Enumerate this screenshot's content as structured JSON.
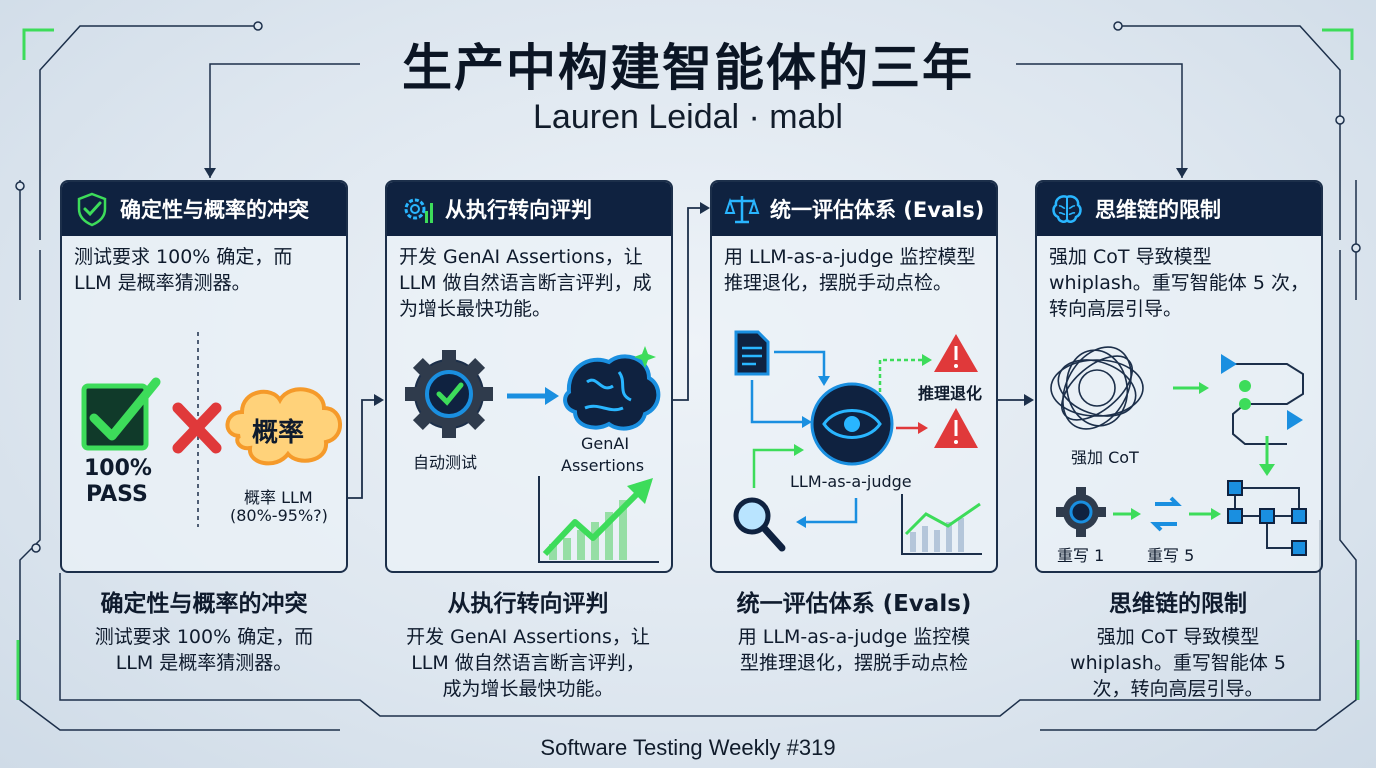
{
  "header": {
    "title": "生产中构建智能体的三年",
    "subtitle": "Lauren Leidal · mabl"
  },
  "footer": {
    "text": "Software Testing Weekly #319"
  },
  "panels": [
    {
      "title": "确定性与概率的冲突",
      "body": "测试要求 100% 确定，而 LLM 是概率猜测器。",
      "labels": {
        "pass1": "100%",
        "pass2": "PASS",
        "prob": "概率",
        "llm1": "概率 LLM",
        "llm2": "(80%-95%?)"
      },
      "icon": "shield-check-icon"
    },
    {
      "title": "从执行转向评判",
      "body": "开发 GenAI Assertions，让 LLM 做自然语言断言评判，成为增长最快功能。",
      "labels": {
        "auto": "自动测试",
        "genai1": "GenAI",
        "genai2": "Assertions"
      },
      "icon": "gear-chart-icon"
    },
    {
      "title": "统一评估体系 (Evals)",
      "body": "用 LLM-as-a-judge 监控模型推理退化，摆脱手动点检。",
      "labels": {
        "degrade": "推理退化",
        "judge": "LLM-as-a-judge"
      },
      "icon": "scale-icon"
    },
    {
      "title": "思维链的限制",
      "body": "强加 CoT 导致模型 whiplash。重写智能体 5 次，转向高层引导。",
      "labels": {
        "cot": "强加 CoT",
        "r1": "重写 1",
        "r5": "重写 5"
      },
      "icon": "brain-icon"
    }
  ],
  "captions": [
    {
      "title": "确定性与概率的冲突",
      "l1": "测试要求 100% 确定，而",
      "l2": "LLM 是概率猜测器。"
    },
    {
      "title": "从执行转向评判",
      "l1": "开发 GenAI Assertions，让",
      "l2": "LLM 做自然语言断言评判，",
      "l3": "成为增长最快功能。"
    },
    {
      "title": "统一评估体系 (Evals)",
      "l1": "用 LLM-as-a-judge 监控模",
      "l2": "型推理退化，摆脱手动点检"
    },
    {
      "title": "思维链的限制",
      "l1": "强加 CoT 导致模型",
      "l2": "whiplash。重写智能体 5",
      "l3": "次，转向高层引导。"
    }
  ],
  "colors": {
    "navy": "#0f2240",
    "green": "#3ddc5a",
    "blue": "#1a8fe0",
    "red": "#e0393a",
    "orange": "#f59a2a"
  }
}
